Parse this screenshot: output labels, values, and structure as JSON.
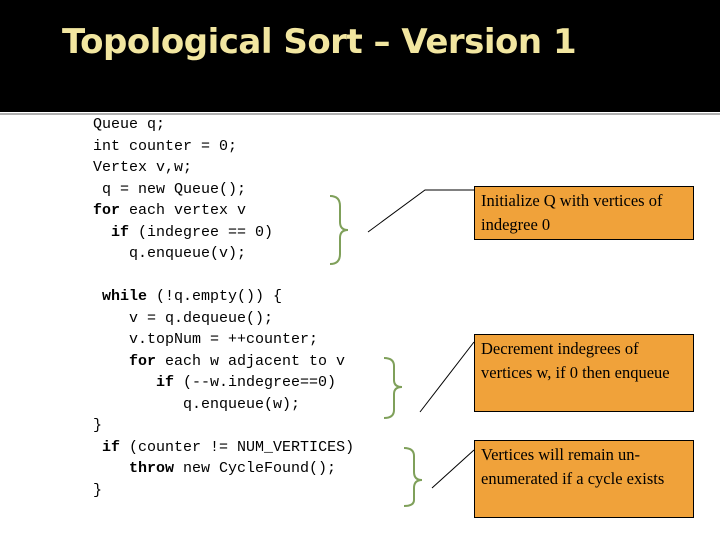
{
  "slide": {
    "title": "Topological Sort – Version 1"
  },
  "code": {
    "block1": [
      {
        "text": "Queue q;"
      },
      {
        "text": "int counter = 0;"
      },
      {
        "text": "Vertex v,w;"
      },
      {
        "text": " q = new Queue();"
      },
      {
        "kw": "for",
        "text": " each vertex v"
      },
      {
        "pre": "  ",
        "kw": "if",
        "text": " (indegree == 0)"
      },
      {
        "text": "    q.enqueue(v);"
      }
    ],
    "block2": [
      {
        "pre": " ",
        "kw": "while",
        "text": " (!q.empty()) {"
      },
      {
        "text": "    v = q.dequeue();"
      },
      {
        "text": "    v.topNum = ++counter;"
      },
      {
        "pre": "    ",
        "kw": "for",
        "text": " each w adjacent to v"
      },
      {
        "pre": "       ",
        "kw": "if",
        "text": " (--w.indegree==0)"
      },
      {
        "text": "          q.enqueue(w);"
      },
      {
        "text": "}"
      },
      {
        "pre": " ",
        "kw": "if",
        "text": " (counter != NUM_VERTICES)"
      },
      {
        "pre": "    ",
        "kw": "throw",
        "text": " new CycleFound();"
      },
      {
        "text": "}"
      }
    ]
  },
  "notes": {
    "note1": "Initialize Q with vertices of indegree 0",
    "note2": "Decrement indegrees of vertices w, if 0 then enqueue",
    "note3": "Vertices will remain un-enumerated if a cycle exists"
  },
  "colors": {
    "title_text": "#f2e6a0",
    "note_fill": "#f0a23a",
    "brace": "#7fa05a"
  }
}
